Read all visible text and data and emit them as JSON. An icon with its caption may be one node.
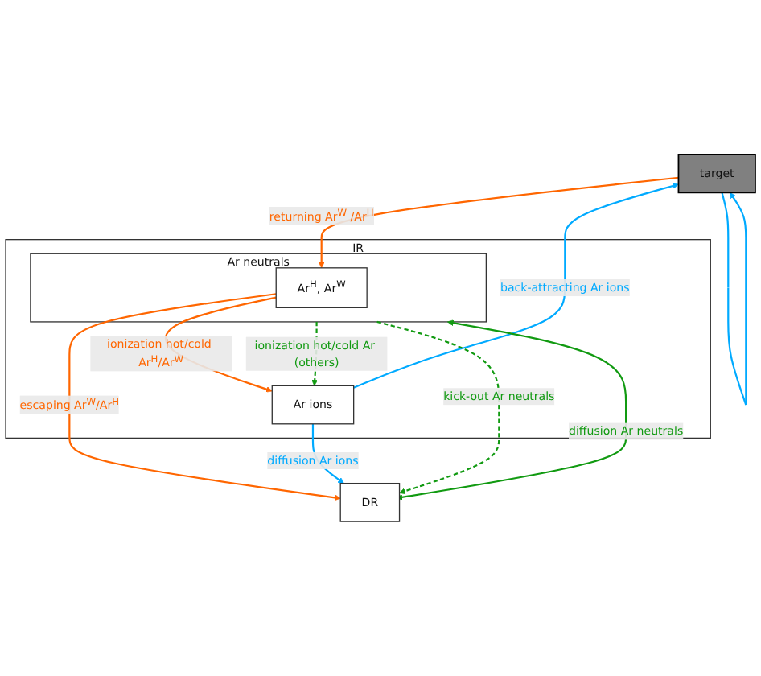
{
  "diagram": {
    "nodes": [
      {
        "text": [
          "target"
        ]
      },
      {
        "text": [
          "IR"
        ]
      },
      {
        "text": [
          "Ar neutrals"
        ],
        "in": 1
      },
      {
        "text": [
          "Ar$^{H}$, Ar$^{W}$"
        ],
        "in": 2
      },
      {
        "text": [
          "Ar ions"
        ],
        "in": 1
      },
      {
        "text": [
          "DR"
        ]
      }
    ],
    "edges": [
      {
        "from": 4,
        "to": 0,
        "arrow": "to",
        "label": "back-attracting Ar ions",
        "color": "#00aaff"
      },
      {
        "from": 0,
        "to": 0,
        "arrow": "to",
        "color": "#00aaff"
      },
      {
        "from": 0,
        "to": 3,
        "arrow": "to",
        "label": "returning Ar$^{W}$ /Ar$^{H}$",
        "color": "#ff6600"
      },
      {
        "from": 3,
        "to": 4,
        "arrow": "to",
        "label": "ionization hot/cold Ar$^{H}$/Ar$^{W}$",
        "color": "#ff6600"
      },
      {
        "from": 2,
        "to": 4,
        "arrow": "to",
        "label": "ionization hot/cold Ar (others)",
        "color": "#119a11",
        "style": "dashed"
      },
      {
        "from": 5,
        "to": 2,
        "arrow": "both",
        "label": "diffusion Ar neutrals",
        "color": "#119a11"
      },
      {
        "from": 2,
        "to": 5,
        "arrow": "to",
        "label": "kick-out Ar neutrals",
        "color": "#119a11",
        "style": "dashed"
      },
      {
        "from": 3,
        "to": 5,
        "arrow": "to",
        "label": "escaping Ar$^{W}$/Ar$^{H}$",
        "color": "#ff6600"
      },
      {
        "from": 4,
        "to": 5,
        "arrow": "to",
        "label": "diffusion Ar ions",
        "color": "#00aaff"
      }
    ]
  }
}
